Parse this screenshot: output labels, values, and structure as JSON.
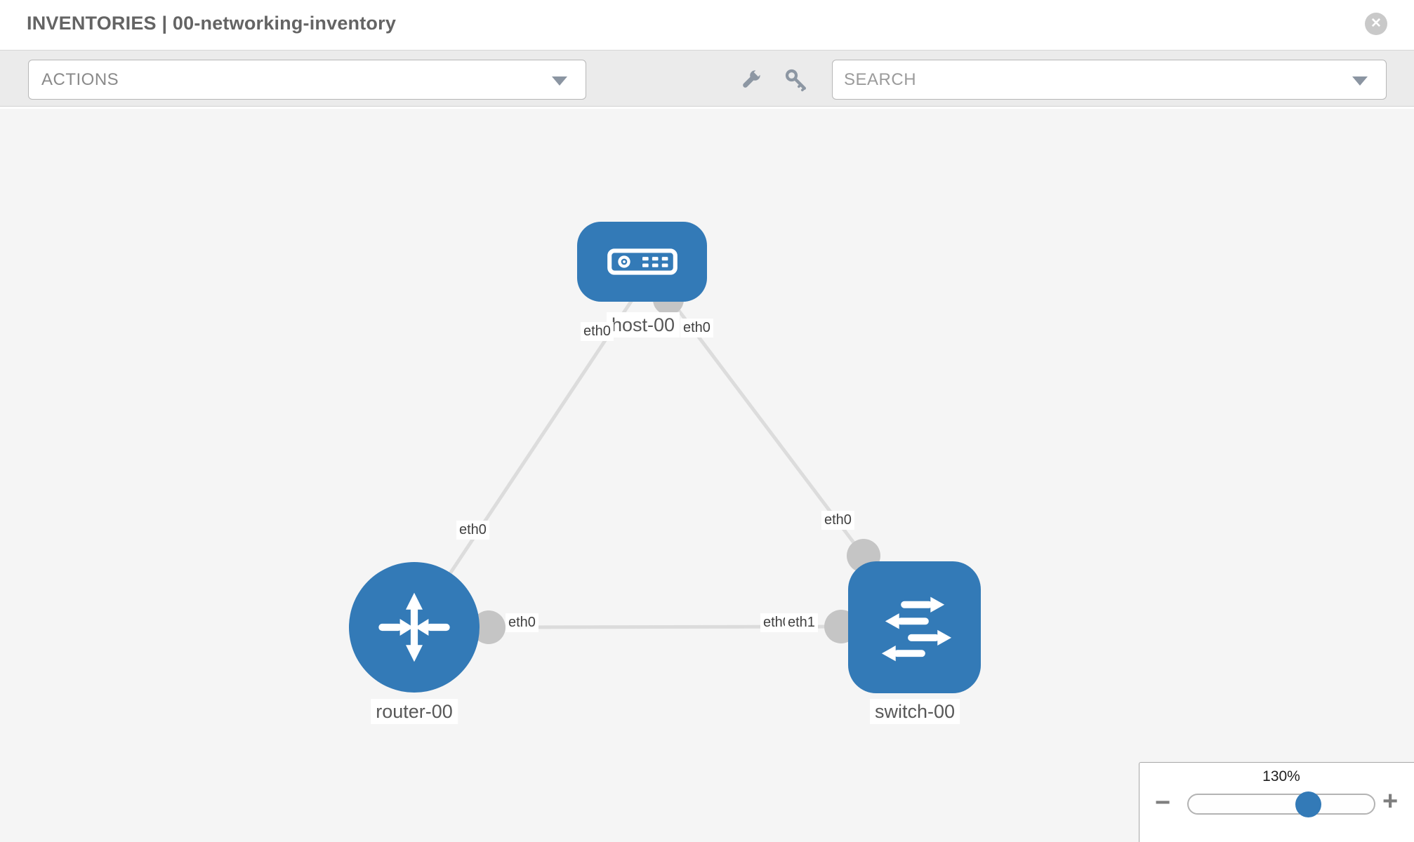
{
  "header": {
    "title": "INVENTORIES | 00-networking-inventory",
    "close_glyph": "✕"
  },
  "toolbar": {
    "actions_label": "ACTIONS",
    "search_placeholder": "SEARCH"
  },
  "topology": {
    "nodes": [
      {
        "id": "host-00",
        "label": "host-00",
        "type": "host"
      },
      {
        "id": "router-00",
        "label": "router-00",
        "type": "router"
      },
      {
        "id": "switch-00",
        "label": "switch-00",
        "type": "switch"
      }
    ],
    "links": [
      {
        "from": "host-00",
        "from_if": "eth0",
        "to": "router-00",
        "to_if": "eth0"
      },
      {
        "from": "host-00",
        "from_if": "eth0",
        "to": "switch-00",
        "to_if": "eth0"
      },
      {
        "from": "router-00",
        "from_if": "eth0",
        "to": "switch-00",
        "to_if": "eth1"
      }
    ],
    "if_labels": {
      "host_left": "eth0",
      "host_right": "eth0",
      "diag_left_mid": "eth0",
      "diag_right_mid": "eth0",
      "bottom_at_router": "eth0",
      "bottom_at_switch_back": "eth0",
      "bottom_at_switch_front": "eth1"
    }
  },
  "zoom_control": {
    "level": "130%",
    "minus_glyph": "−",
    "plus_glyph": "+",
    "percent": 65
  },
  "colors": {
    "node_blue": "#337ab7",
    "link_gray": "#dcdcdc",
    "port_gray": "#c5c5c5",
    "toolbar_bg": "#ebebeb",
    "canvas_bg": "#f5f5f5"
  }
}
